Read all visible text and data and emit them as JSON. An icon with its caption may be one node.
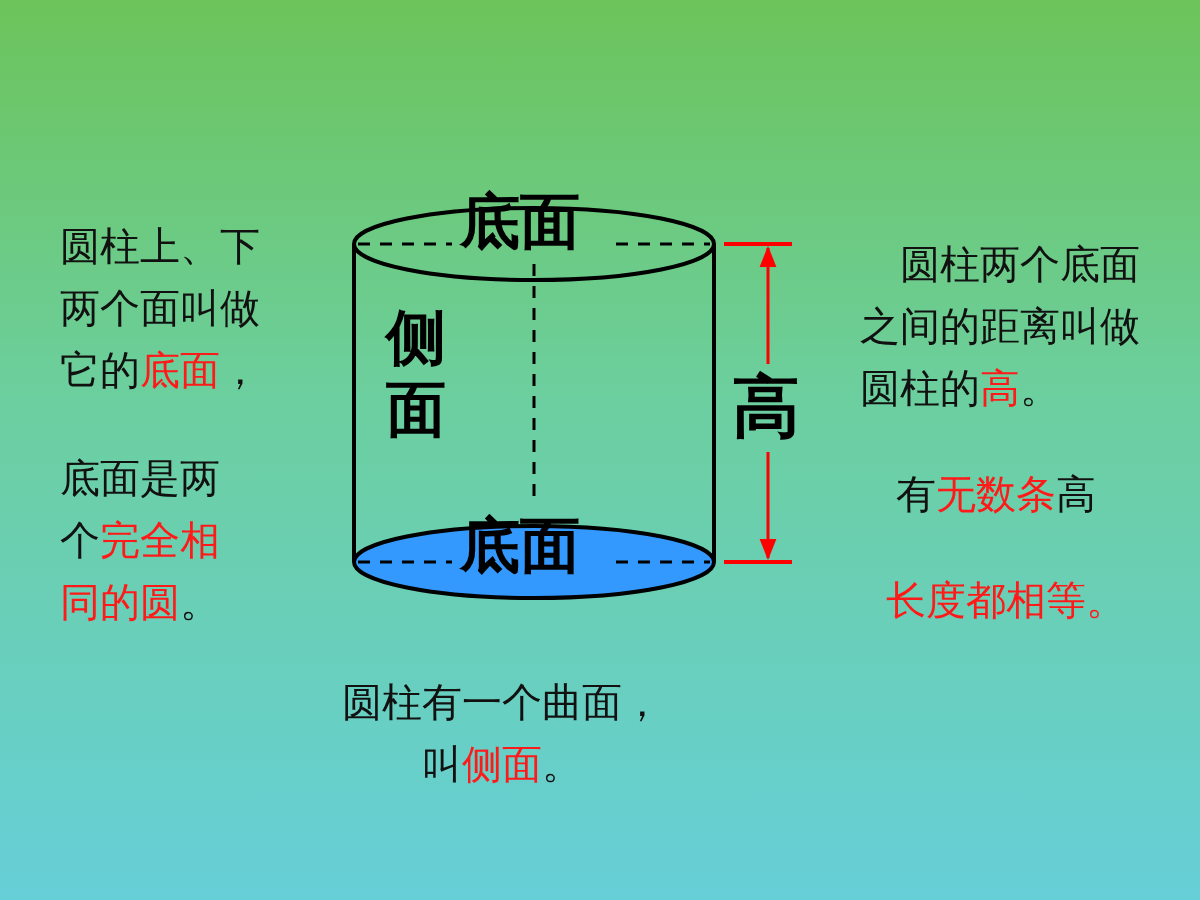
{
  "diagram": {
    "labels": [
      "底面",
      "圆柱上、下两个面叫做它的**底面**，",
      "圆柱两个底面之间的距离叫做圆柱的**高**。",
      "侧面",
      "高",
      "底面是两个**完全相同的圆**。",
      "有**无数条**高",
      "底面",
      "长度都相等。",
      "圆柱有一个曲面，叫**侧面**。"
    ]
  }
}
